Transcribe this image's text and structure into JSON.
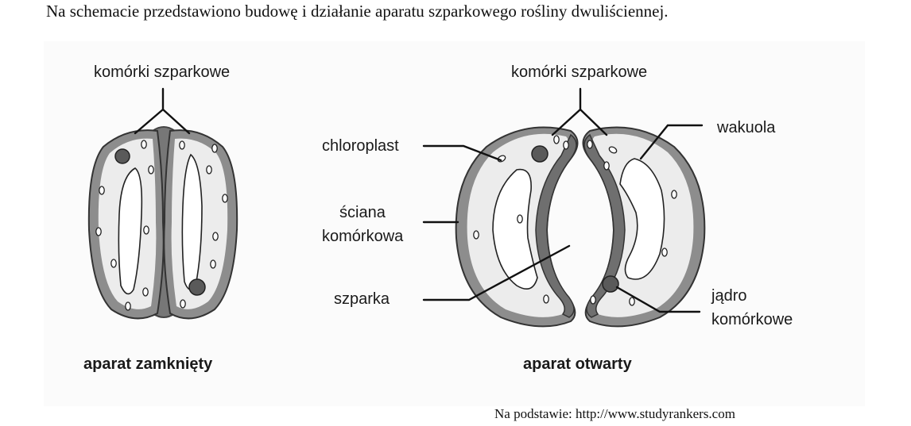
{
  "intro_text": "Na schemacie przedstawiono budowę i działanie aparatu szparkowego rośliny dwuliściennej.",
  "closed": {
    "guard_cells_label": "komórki szparkowe",
    "caption": "aparat zamknięty"
  },
  "open": {
    "guard_cells_label": "komórki szparkowe",
    "chloroplast_label": "chloroplast",
    "cell_wall_label_line1": "ściana",
    "cell_wall_label_line2": "komórkowa",
    "stoma_label": "szparka",
    "vacuole_label": "wakuola",
    "nucleus_label_line1": "jądro",
    "nucleus_label_line2": "komórkowe",
    "caption": "aparat otwarty"
  },
  "source_text": "Na podstawie: http://www.studyrankers.com"
}
